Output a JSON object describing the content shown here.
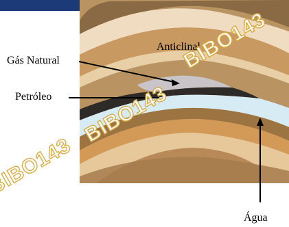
{
  "labels": {
    "gas": "Gás Natural",
    "petroleo": "Petróleo",
    "anticlinal": "Anticlinal",
    "agua": "Água"
  },
  "watermark": "BIBO143",
  "colors": {
    "header": "#1d3a78",
    "gas_layer": "#c8c4c8",
    "oil_layer": "#2e2a27",
    "water_layer": "#d7ebf4",
    "sediment_light": "#e6c89a",
    "sediment_dark": "#9c7442",
    "watermark_stroke": "#d7a93a"
  }
}
